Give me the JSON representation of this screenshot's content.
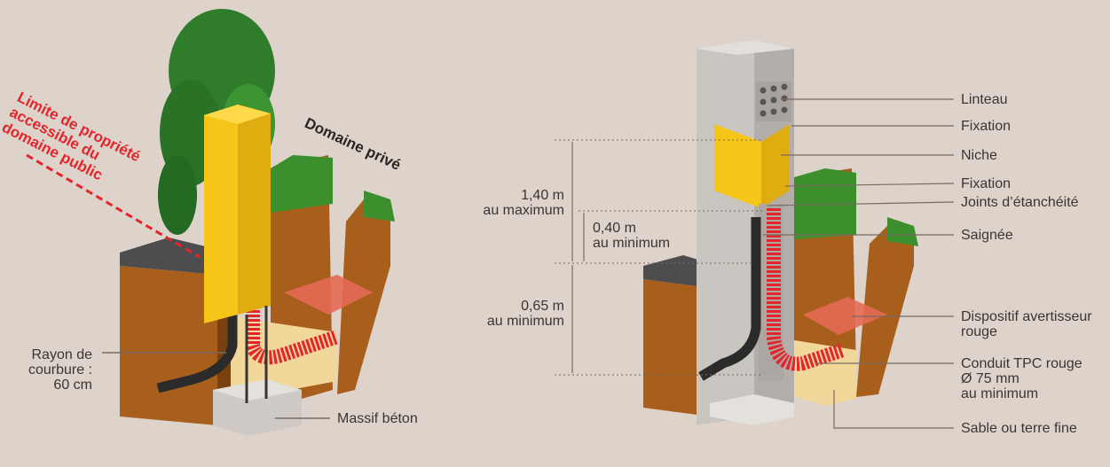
{
  "colors": {
    "background": "#ddd3cb",
    "soil": "#a85f1c",
    "soil_dark": "#7a410f",
    "grass": "#3d8f2e",
    "box_yellow": "#f5c518",
    "conduit_red": "#e3262b",
    "black_pipe": "#2b2b2b",
    "concrete": "#cfcac6",
    "sand": "#f2d79a",
    "leader_line": "#7a6a5f"
  },
  "left": {
    "limit_label": "Limite de propriété accessible du domaine public",
    "limit_lines": [
      "Limite de propriété",
      "accessible du",
      "domaine public"
    ],
    "private_label": "Domaine privé",
    "radius_lines": [
      "Rayon de",
      "courbure :",
      "60 cm"
    ],
    "massif_label": "Massif béton"
  },
  "right": {
    "dim_top_lines": [
      "1,40 m",
      "au maximum"
    ],
    "dim_mid_lines": [
      "0,40 m",
      "au minimum"
    ],
    "dim_bottom_lines": [
      "0,65 m",
      "au minimum"
    ],
    "labels": {
      "linteau": "Linteau",
      "fixation_1": "Fixation",
      "niche": "Niche",
      "fixation_2": "Fixation",
      "joints": "Joints d’étanchéité",
      "saignee": "Saignée",
      "dispositif_lines": [
        "Dispositif avertisseur",
        "rouge"
      ],
      "conduit_lines": [
        "Conduit TPC rouge",
        "Ø 75 mm",
        "au minimum"
      ],
      "sable": "Sable ou terre fine"
    }
  }
}
